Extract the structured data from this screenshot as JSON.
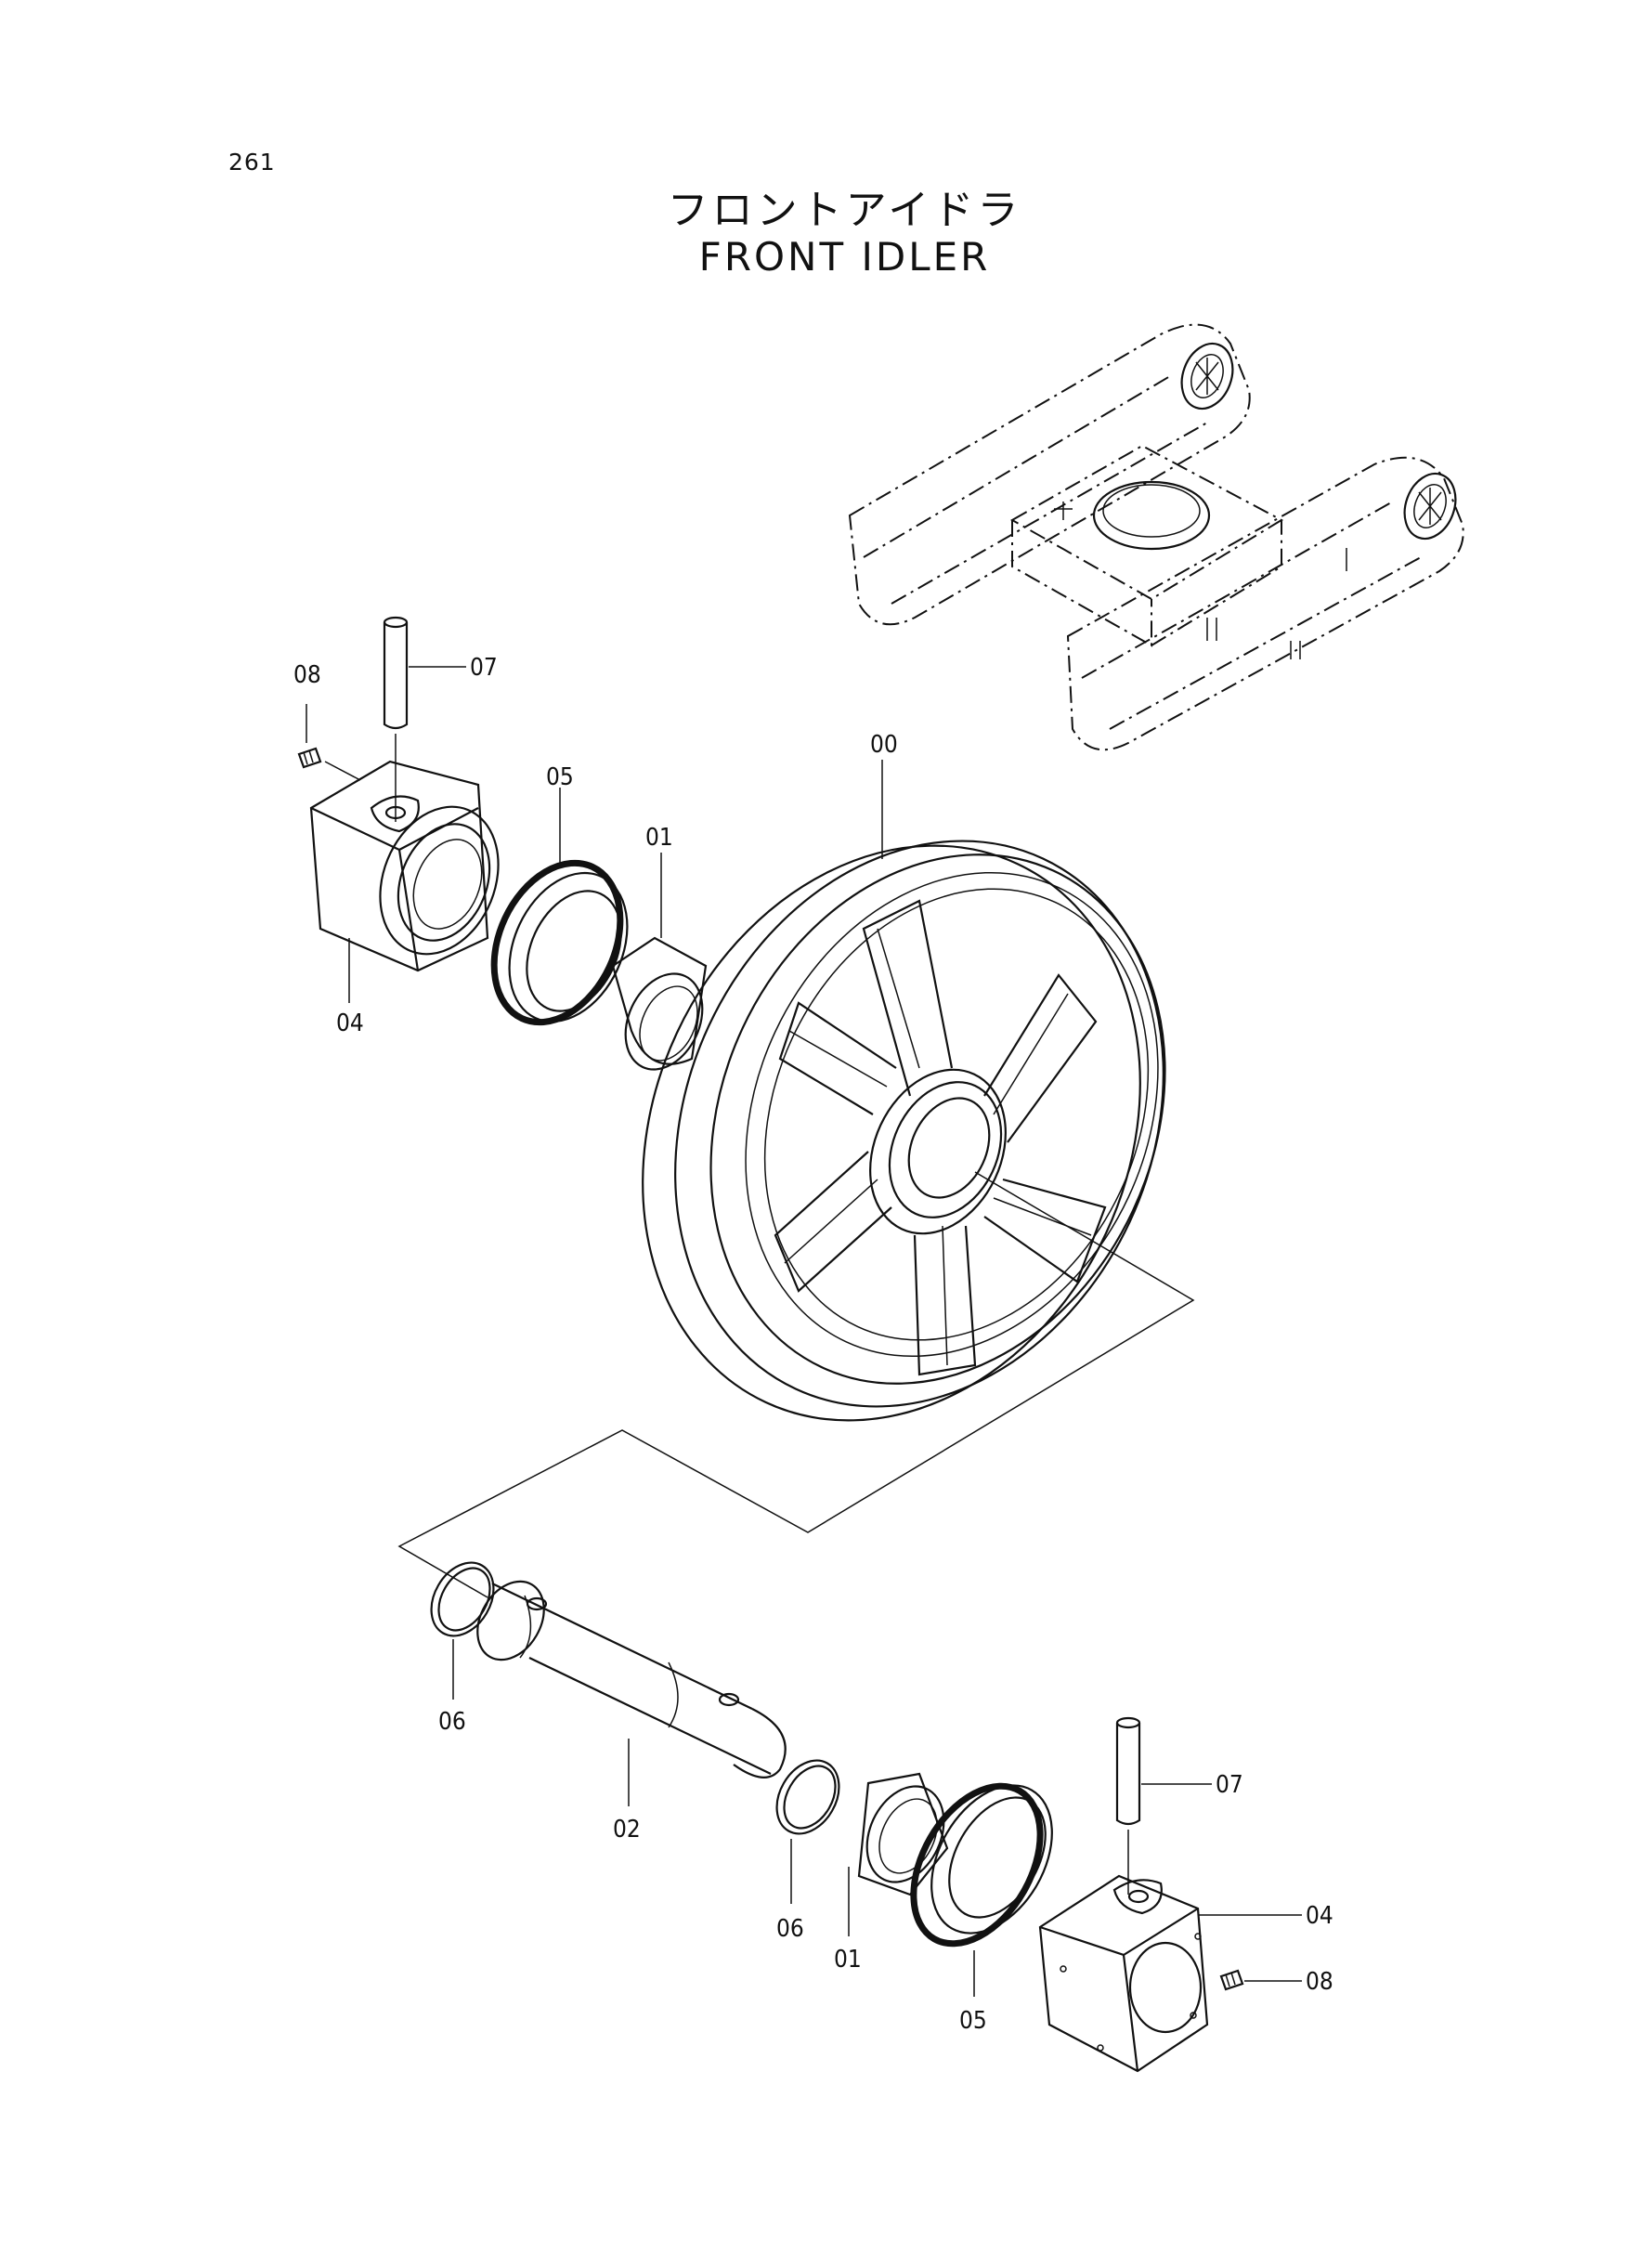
{
  "page_number": "261",
  "title_jp": "フロントアイドラ",
  "title_en": "FRONT IDLER",
  "callouts": {
    "idler": "00",
    "bushing_top": "01",
    "bushing_bottom": "01",
    "shaft": "02",
    "support_top": "04",
    "support_bottom": "04",
    "seal_top": "05",
    "seal_bottom": "05",
    "oring_left": "06",
    "oring_right": "06",
    "pin_top": "07",
    "pin_bottom": "07",
    "plug_top": "08",
    "plug_bottom": "08"
  }
}
